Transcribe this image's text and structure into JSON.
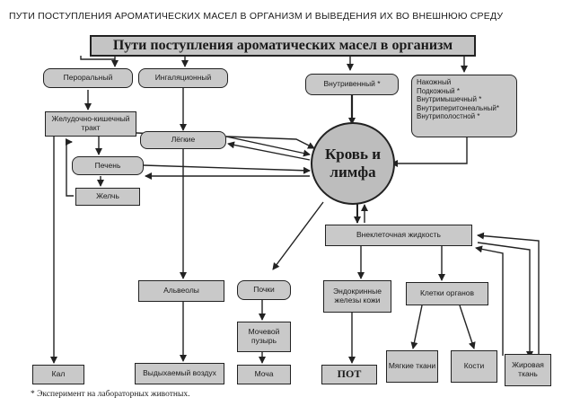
{
  "title": "ПУТИ ПОСТУПЛЕНИЯ АРОМАТИЧЕСКИХ МАСЕЛ В ОРГАНИЗМ И ВЫВЕДЕНИЯ ИХ ВО ВНЕШНЮЮ СРЕДУ",
  "header": "Пути поступления ароматических масел в организм",
  "routes": {
    "oral": "Пероральный",
    "inhal": "Ингаляционный",
    "internal": "Внутривенный *",
    "skin": [
      "Накожный",
      "Подкожный *",
      "Внутримышечный *",
      "Внутриперитонеальный*",
      "Внутриполостной *"
    ]
  },
  "organs": {
    "git": "Желудочно-кишечный тракт",
    "lungs": "Лёгкие",
    "liver": "Печень",
    "bile": "Желчь",
    "blood": "Кровь и лимфа",
    "ecf": "Внеклеточная жидкость",
    "alveoli": "Альвеолы",
    "kidneys": "Почки",
    "endo": "Эндокринные железы кожи",
    "cells": "Клетки органов",
    "bladder": "Мочевой пузырь"
  },
  "outputs": {
    "feces": "Кал",
    "air": "Выдыхаемый воздух",
    "urine": "Моча",
    "sweat": "ПОТ",
    "soft": "Мягкие ткани",
    "bones": "Кости",
    "fat": "Жировая ткань"
  },
  "footnote": "* Эксперимент на лабораторных животных."
}
